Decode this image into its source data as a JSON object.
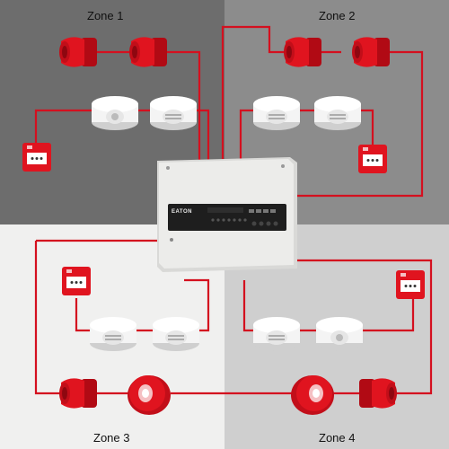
{
  "zones": [
    {
      "label": "Zone 1",
      "color": "#6d6d6d"
    },
    {
      "label": "Zone 2",
      "color": "#8c8c8c"
    },
    {
      "label": "Zone 3",
      "color": "#f0f0ef"
    },
    {
      "label": "Zone 4",
      "color": "#cfcfcf"
    }
  ],
  "panel": {
    "brand": "EATON"
  },
  "colors": {
    "wire": "#d4101f",
    "device_red": "#e0141f",
    "device_white": "#f4f4f4"
  },
  "icons": [
    "sounder-icon",
    "detector-icon",
    "call-point-icon",
    "beacon-sounder-icon",
    "control-panel-icon"
  ]
}
